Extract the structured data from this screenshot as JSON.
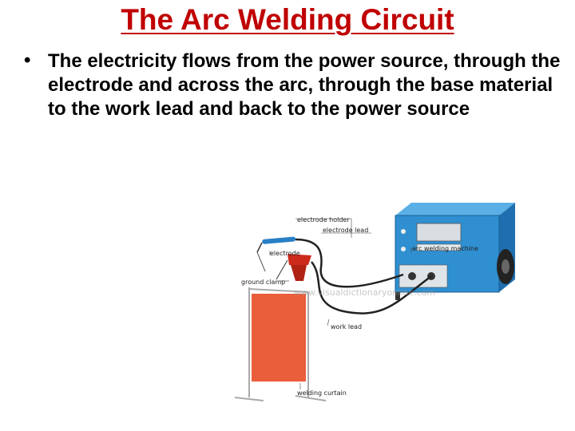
{
  "slide": {
    "title": "The Arc Welding Circuit",
    "bullet": "The electricity flows from the power source, through the electrode and across the arc, through the base material to the work lead and back to the power source"
  },
  "figure": {
    "labels": {
      "electrode_holder": "electrode holder",
      "electrode_lead": "electrode lead",
      "electrode": "electrode",
      "welding_machine": "arc welding machine",
      "ground_clamp": "ground clamp",
      "work_lead": "work lead",
      "welding_curtain": "welding curtain"
    },
    "watermark": "www.visualdictionaryonline.com"
  },
  "colors": {
    "title": "#c00000",
    "machine_blue": "#2f8fd0",
    "curtain_orange": "#e8502a",
    "clamp_red": "#cc2a1a",
    "cable": "#222222"
  }
}
